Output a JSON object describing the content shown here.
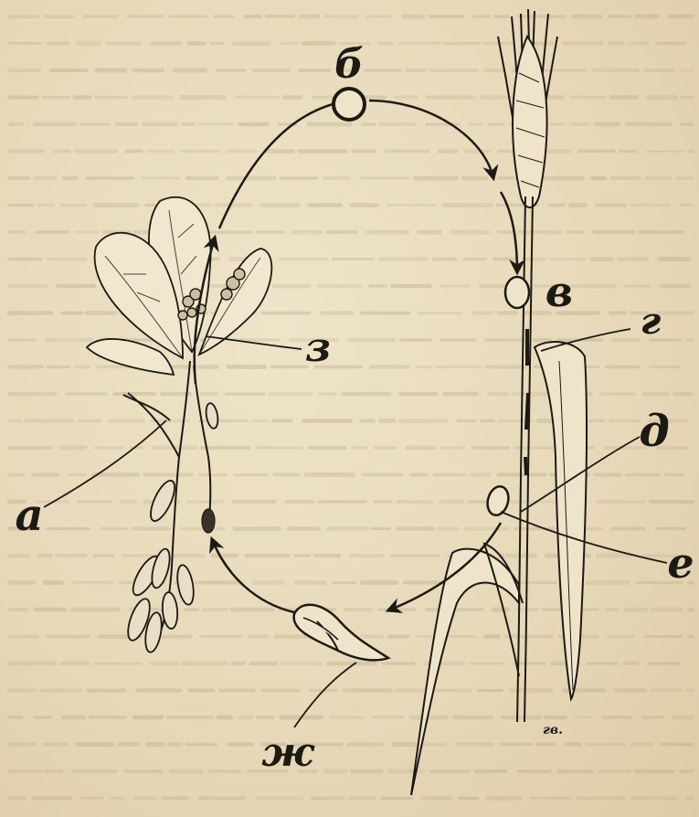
{
  "labels": {
    "a": "а",
    "b": "б",
    "v": "в",
    "g": "г",
    "d": "д",
    "e": "е",
    "zh": "ж",
    "z": "з"
  },
  "signature": "гв."
}
